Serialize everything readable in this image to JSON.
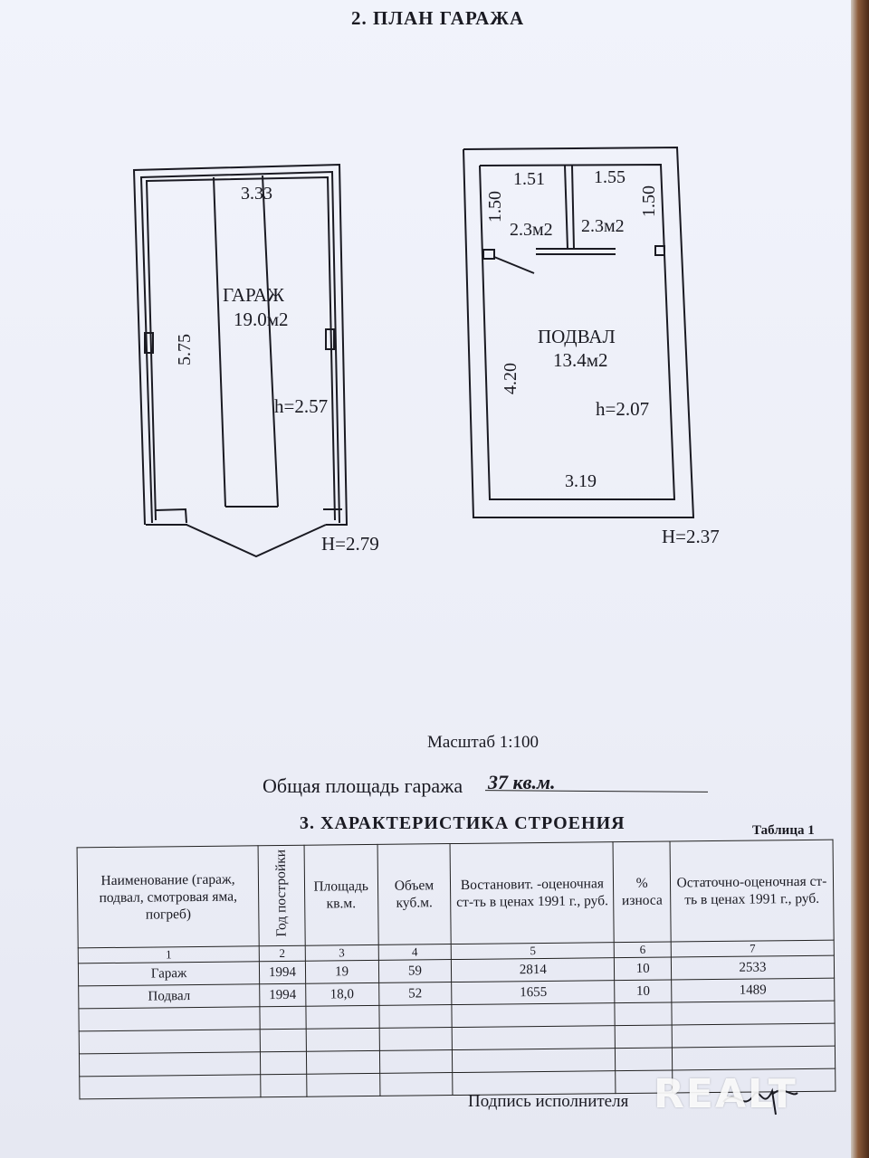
{
  "section2_title": "2. ПЛАН ГАРАЖА",
  "garage": {
    "width_label": "3.33",
    "length_label": "5.75",
    "room_name": "ГАРАЖ",
    "room_area": "19.0м2",
    "inner_height": "h=2.57",
    "outer_height": "H=2.79"
  },
  "basement": {
    "cell1_width": "1.51",
    "cell2_width": "1.55",
    "cell1_depth": "1.50",
    "cell2_depth": "1.50",
    "cell1_area": "2.3м2",
    "cell2_area": "2.3м2",
    "room_name": "ПОДВАЛ",
    "room_area": "13.4м2",
    "depth_label": "4.20",
    "width_label": "3.19",
    "inner_height": "h=2.07",
    "outer_height": "H=2.37"
  },
  "scale_text": "Масштаб 1:100",
  "total_area_label": "Общая площадь гаража",
  "total_area_value": "37 кв.м.",
  "section3_title": "3. ХАРАКТЕРИСТИКА СТРОЕНИЯ",
  "table_caption": "Таблица 1",
  "table": {
    "headers": [
      "Наименование (гараж, подвал, смотровая яма, погреб)",
      "Год постройки",
      "Площадь кв.м.",
      "Объем куб.м.",
      "Востановит. -оценочная ст-ть в ценах 1991 г., руб.",
      "% износа",
      "Остаточно-оценочная ст-ть в ценах 1991 г., руб."
    ],
    "col_numbers": [
      "1",
      "2",
      "3",
      "4",
      "5",
      "6",
      "7"
    ],
    "rows": [
      [
        "Гараж",
        "1994",
        "19",
        "59",
        "2814",
        "10",
        "2533"
      ],
      [
        "Подвал",
        "1994",
        "18,0",
        "52",
        "1655",
        "10",
        "1489"
      ]
    ]
  },
  "signature_label": "Подпись исполнителя",
  "watermark": "REALT"
}
